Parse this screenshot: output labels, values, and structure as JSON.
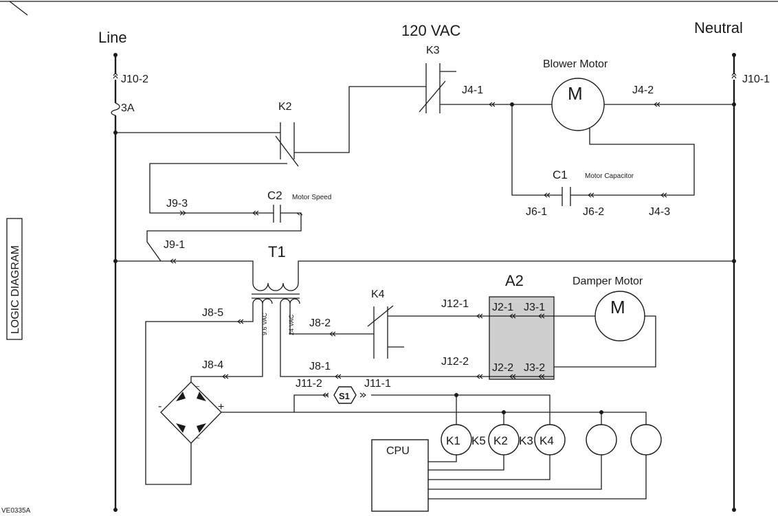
{
  "labels": {
    "line": "Line",
    "neutral": "Neutral",
    "supply": "120 VAC",
    "logic_diagram": "LOGIC DIAGRAM",
    "doc_code": "VE0335A",
    "fuse_rating": "3A",
    "k3": "K3",
    "k2": "K2",
    "k4": "K4",
    "blower_motor": "Blower Motor",
    "damper_motor": "Damper Motor",
    "motor_symbol": "M",
    "c1": "C1",
    "motor_capacitor": "Motor Capacitor",
    "c2": "C2",
    "motor_speed": "Motor Speed",
    "t1": "T1",
    "vac_low": "9.6 VAC",
    "vac_high": "24 VAC",
    "a2": "A2",
    "s1": "S1",
    "cpu": "CPU",
    "minus": "-",
    "plus": "+",
    "tilde": "~"
  },
  "connectors": {
    "j10_2": "J10-2",
    "j10_1": "J10-1",
    "j4_1": "J4-1",
    "j4_2": "J4-2",
    "j4_3": "J4-3",
    "j6_1": "J6-1",
    "j6_2": "J6-2",
    "j9_3": "J9-3",
    "j9_1": "J9-1",
    "j8_5": "J8-5",
    "j8_4": "J8-4",
    "j8_2": "J8-2",
    "j8_1": "J8-1",
    "j12_1": "J12-1",
    "j12_2": "J12-2",
    "j2_1": "J2-1",
    "j3_1": "J3-1",
    "j2_2": "J2-2",
    "j3_2": "J3-2",
    "j11_2": "J11-2",
    "j11_1": "J11-1"
  },
  "relay_coils": [
    "K1",
    "K5",
    "K2",
    "K3",
    "K4"
  ]
}
